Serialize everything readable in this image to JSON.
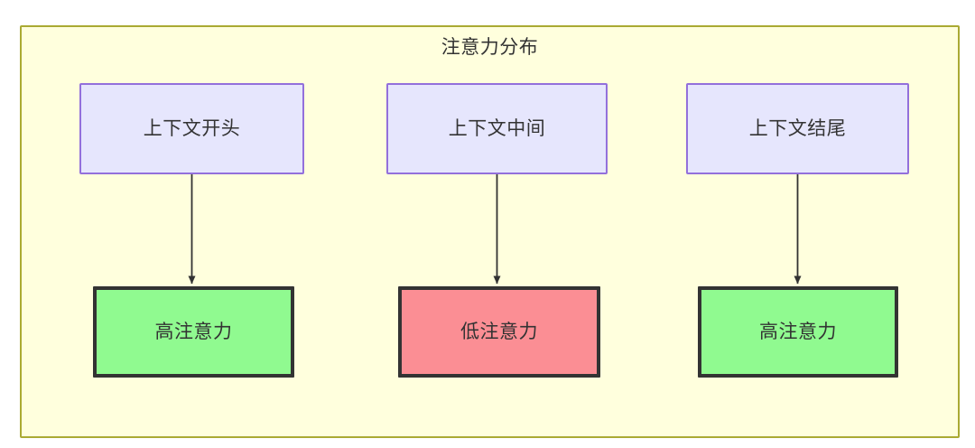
{
  "diagram": {
    "type": "flowchart",
    "title": "注意力分布",
    "background_color": "#ffffff",
    "container": {
      "fill": "#ffffdd",
      "stroke": "#aaaa33"
    },
    "palette": {
      "context_fill": "#e6e6fd",
      "context_stroke": "#9370db",
      "high_attention_fill": "#90fa90",
      "low_attention_fill": "#fb8e94",
      "attention_stroke": "#333333",
      "text_color": "#333333",
      "edge_color": "#333333"
    },
    "columns": [
      {
        "source": {
          "label": "上下文开头"
        },
        "target": {
          "label": "高注意力",
          "state": "high"
        }
      },
      {
        "source": {
          "label": "上下文中间"
        },
        "target": {
          "label": "低注意力",
          "state": "low"
        }
      },
      {
        "source": {
          "label": "上下文结尾"
        },
        "target": {
          "label": "高注意力",
          "state": "high"
        }
      }
    ]
  }
}
